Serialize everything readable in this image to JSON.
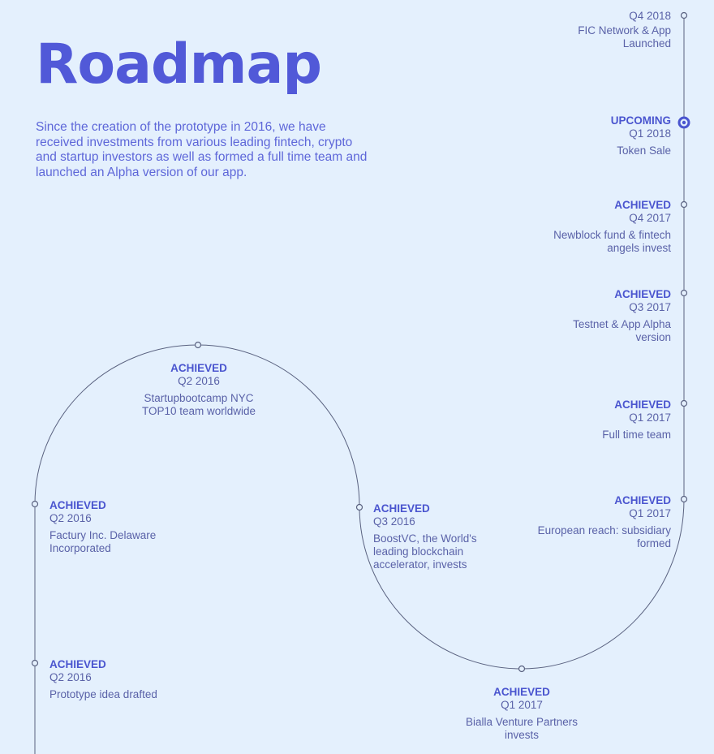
{
  "page": {
    "title": "Roadmap",
    "intro": "Since the creation of the prototype in 2016, we have received investments from various leading fintech, crypto and startup investors as well as formed a full time team and launched an Alpha version of our app."
  },
  "colors": {
    "background": "#e4f0fd",
    "accent": "#4a55cf",
    "title": "#5159d8",
    "line": "#5a6280"
  },
  "milestones": [
    {
      "status": "",
      "date": "Q4 2018",
      "desc": "FIC Network & App Launched"
    },
    {
      "status": "UPCOMING",
      "date": "Q1 2018",
      "desc": "Token Sale"
    },
    {
      "status": "ACHIEVED",
      "date": "Q4 2017",
      "desc": "Newblock fund & fintech angels invest"
    },
    {
      "status": "ACHIEVED",
      "date": "Q3 2017",
      "desc": "Testnet & App Alpha version"
    },
    {
      "status": "ACHIEVED",
      "date": "Q1 2017",
      "desc": "Full time team"
    },
    {
      "status": "ACHIEVED",
      "date": "Q1 2017",
      "desc": "European reach: subsidiary formed"
    },
    {
      "status": "ACHIEVED",
      "date": "Q1 2017",
      "desc": "Bialla Venture Partners invests"
    },
    {
      "status": "ACHIEVED",
      "date": "Q3 2016",
      "desc": "BoostVC, the World's leading blockchain accelerator, invests"
    },
    {
      "status": "ACHIEVED",
      "date": "Q2 2016",
      "desc": "Startupbootcamp NYC TOP10 team worldwide"
    },
    {
      "status": "ACHIEVED",
      "date": "Q2 2016",
      "desc": "Factury Inc. Delaware Incorporated"
    },
    {
      "status": "ACHIEVED",
      "date": "Q2 2016",
      "desc": "Prototype idea drafted"
    }
  ]
}
